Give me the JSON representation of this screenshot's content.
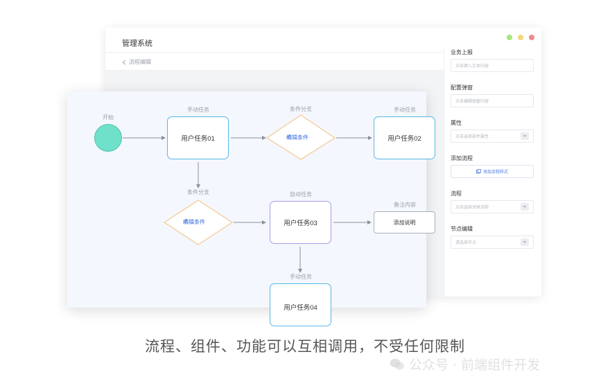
{
  "window": {
    "title": "管理系统",
    "breadcrumb_back": "流程编辑"
  },
  "panel": {
    "sections": [
      {
        "title": "业务上报",
        "field": "点击键入文本内容",
        "kind": "input"
      },
      {
        "title": "配置弹窗",
        "field": "点击编辑弹窗内容",
        "kind": "input"
      },
      {
        "title": "属性",
        "field": "点击选择部件属性",
        "kind": "select"
      },
      {
        "title": "添加流程",
        "field": "添加流程样式",
        "kind": "button"
      },
      {
        "title": "流程",
        "field": "点击选择关联流程",
        "kind": "select"
      },
      {
        "title": "节点编辑",
        "field": "请选择节点",
        "kind": "select"
      }
    ]
  },
  "flow": {
    "start_label": "开始",
    "task1_label": "手动任务",
    "task1_text": "用户任务01",
    "cond1_label": "条件分支",
    "cond1_text": "编辑条件",
    "task2_label": "手动任务",
    "task2_text": "用户任务02",
    "cond2_label": "条件分支",
    "cond2_text": "编辑条件",
    "task3_label": "自动任务",
    "task3_text": "用户任务03",
    "note_label": "备注内容",
    "note_text": "添加说明",
    "task4_label": "手动任务",
    "task4_text": "用户任务04"
  },
  "caption": "流程、组件、功能可以互相调用，不受任何限制",
  "watermark": "公众号 · 前端组件开发",
  "colors": {
    "accent": "#4a7de0",
    "task_border": "#54b8e6",
    "auto_task_border": "#a89ae6",
    "condition_border": "#f5c891",
    "start_fill": "#6fe0c9"
  },
  "icons": {
    "back": "chevron-left-icon",
    "edit": "pencil-icon",
    "add": "copy-add-icon",
    "dropdown": "caret-down-icon",
    "watermark": "wechat-icon"
  }
}
